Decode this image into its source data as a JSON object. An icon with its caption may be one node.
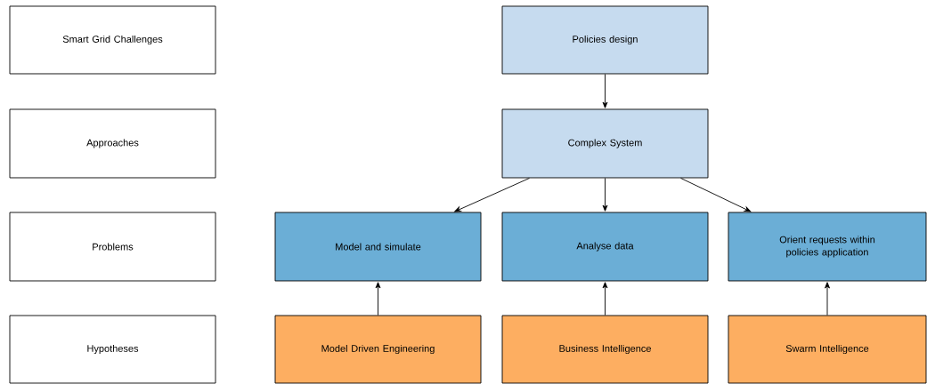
{
  "diagram": {
    "nodes": [
      {
        "text": [
          "Smart Grid Challenges"
        ]
      },
      {
        "text": [
          "Approaches"
        ]
      },
      {
        "text": [
          "Problems"
        ]
      },
      {
        "text": [
          "Hypotheses"
        ]
      },
      {
        "text": [
          "Policies design"
        ]
      },
      {
        "text": [
          "Complex System"
        ]
      },
      {
        "text": [
          "Model and simulate"
        ]
      },
      {
        "text": [
          "Analyse data"
        ]
      },
      {
        "text": [
          "Orient requests within policies application"
        ]
      },
      {
        "text": [
          "Model Driven Engineering"
        ]
      },
      {
        "text": [
          "Business Intelligence"
        ]
      },
      {
        "text": [
          "Swarm Intelligence"
        ]
      }
    ],
    "edges": [
      {
        "from": 4,
        "to": 5,
        "arrow": "to"
      },
      {
        "from": 5,
        "to": 6,
        "arrow": "to"
      },
      {
        "from": 5,
        "to": 7,
        "arrow": "to"
      },
      {
        "from": 5,
        "to": 8,
        "arrow": "to"
      },
      {
        "from": 9,
        "to": 6,
        "arrow": "to"
      },
      {
        "from": 10,
        "to": 7,
        "arrow": "to"
      },
      {
        "from": 11,
        "to": 8,
        "arrow": "to"
      }
    ]
  }
}
